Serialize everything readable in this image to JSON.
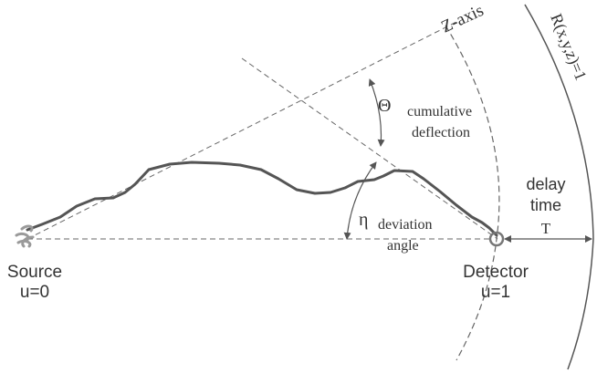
{
  "labels": {
    "source_name": "Source",
    "source_param": "u=0",
    "detector_name": "Detector",
    "detector_param": "u=1",
    "z_axis": "Z-axis",
    "sphere": "R(x,y,z)=1",
    "theta_symbol": "Θ",
    "cumulative_line1": "cumulative",
    "cumulative_line2": "deflection",
    "eta_symbol": "η",
    "deviation_line1": "deviation",
    "deviation_line2": "angle",
    "delay_line1": "delay",
    "delay_line2": "time",
    "delay_symbol": "T"
  },
  "colors": {
    "path": "#555555",
    "lines": "#666666",
    "source_icon": "#9a9a9a",
    "text": "#333333"
  }
}
